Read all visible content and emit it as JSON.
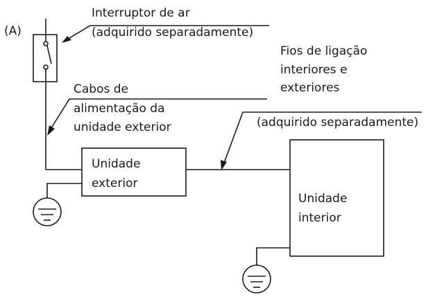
{
  "marker": "(A)",
  "air_switch": {
    "line1": "Interruptor de ar",
    "line2": "(adquirido separadamente)"
  },
  "connecting_wires": {
    "line1": "Fios de ligação",
    "line2": "interiores e",
    "line3": "exteriores",
    "line4": "(adquirido separadamente)"
  },
  "power_cables": {
    "line1": "Cabos de",
    "line2": "alimentação da",
    "line3": "unidade exterior"
  },
  "outdoor_unit": {
    "line1": "Unidade",
    "line2": "exterior"
  },
  "indoor_unit": {
    "line1": "Unidade",
    "line2": "interior"
  },
  "colors": {
    "stroke": "#1a1a1a",
    "background": "#ffffff"
  }
}
